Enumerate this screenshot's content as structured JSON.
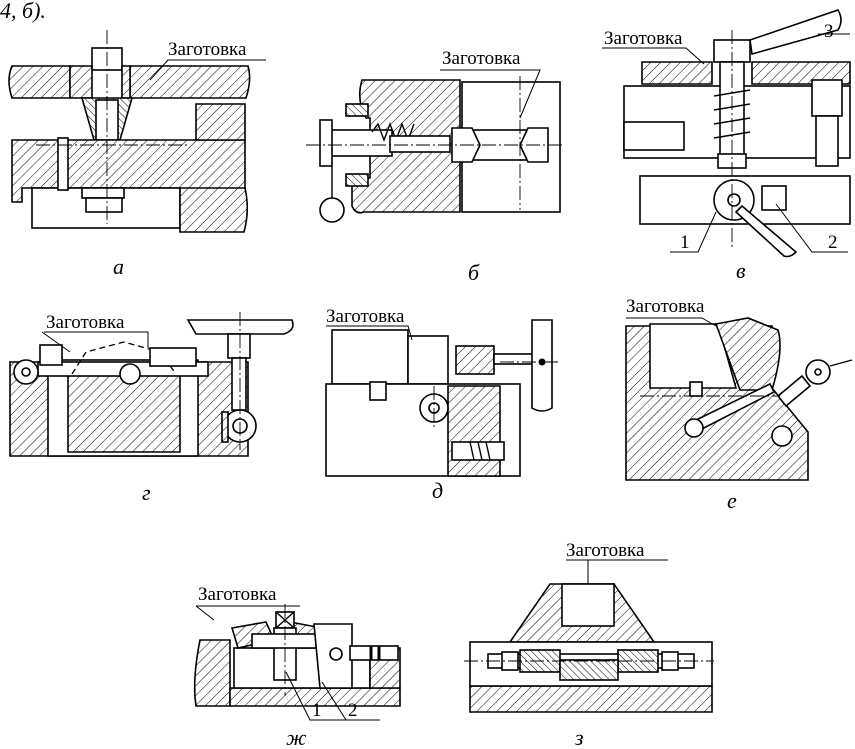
{
  "header_fragment": "4, б).",
  "workpiece_label": "Заготовка",
  "panels": [
    {
      "caption": "а",
      "label": "Заготовка"
    },
    {
      "caption": "б",
      "label": "Заготовка"
    },
    {
      "caption": "в",
      "label": "Заготовка",
      "callouts": [
        "1",
        "2",
        "3"
      ]
    },
    {
      "caption": "г",
      "label": "Заготовка"
    },
    {
      "caption": "д",
      "label": "Заготовка"
    },
    {
      "caption": "е",
      "label": "Заготовка"
    },
    {
      "caption": "ж",
      "label": "Заготовка",
      "callouts": [
        "1",
        "2"
      ]
    },
    {
      "caption": "з",
      "label": "Заготовка"
    }
  ]
}
